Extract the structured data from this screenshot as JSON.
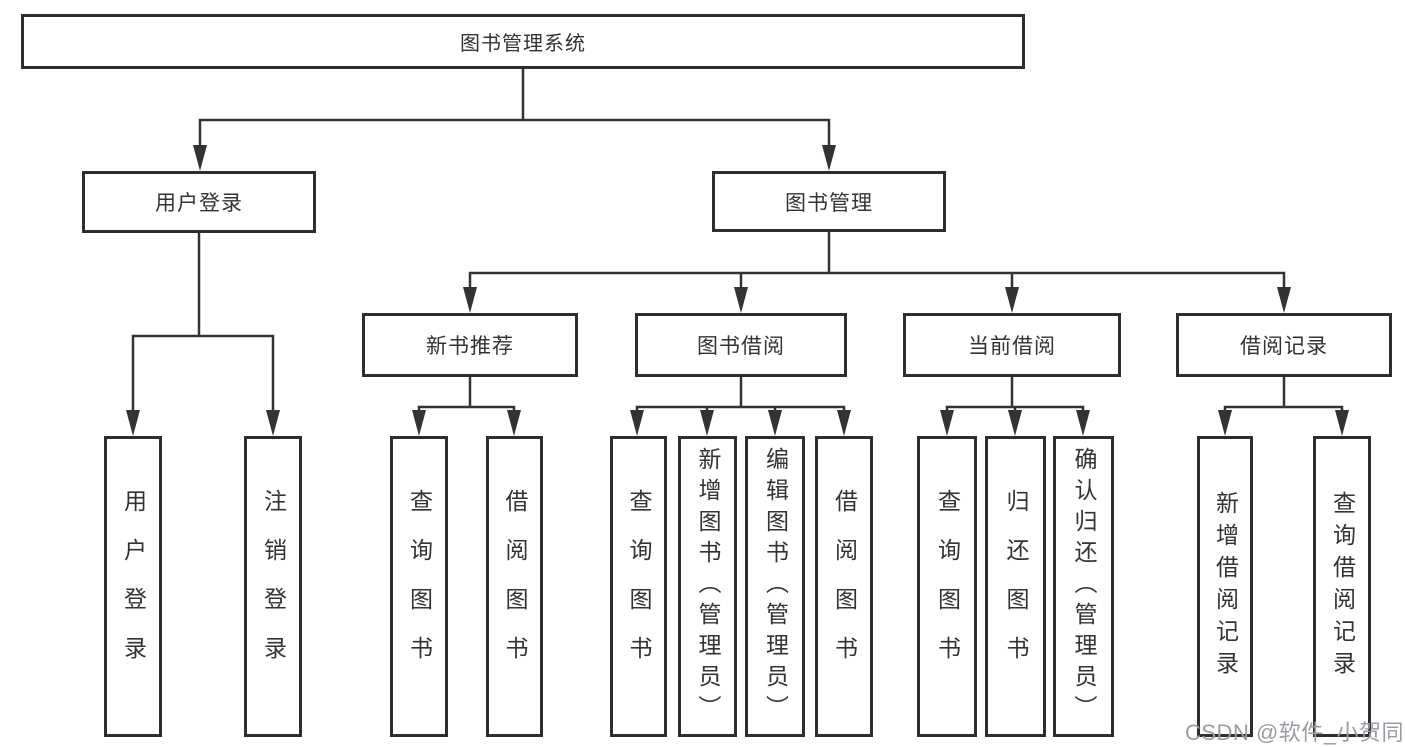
{
  "tree": {
    "label": "图书管理系统",
    "children": [
      {
        "label": "用户登录",
        "children": [
          {
            "label": "用户登录"
          },
          {
            "label": "注销登录"
          }
        ]
      },
      {
        "label": "图书管理",
        "children": [
          {
            "label": "新书推荐",
            "children": [
              {
                "label": "查询图书"
              },
              {
                "label": "借阅图书"
              }
            ]
          },
          {
            "label": "图书借阅",
            "children": [
              {
                "label": "查询图书"
              },
              {
                "label": "新增图书（管理员）"
              },
              {
                "label": "编辑图书（管理员）"
              },
              {
                "label": "借阅图书"
              }
            ]
          },
          {
            "label": "当前借阅",
            "children": [
              {
                "label": "查询图书"
              },
              {
                "label": "归还图书"
              },
              {
                "label": "确认归还（管理员）"
              }
            ]
          },
          {
            "label": "借阅记录",
            "children": [
              {
                "label": "新增借阅记录"
              },
              {
                "label": "查询借阅记录"
              }
            ]
          }
        ]
      }
    ]
  },
  "watermark": {
    "text": "CSDN @软件_小贺同学",
    "color": "#9b9ba3"
  },
  "colors": {
    "background": "#ffffff",
    "line": "#333333",
    "box_border": "#2e2e2e",
    "text": "#333333"
  }
}
